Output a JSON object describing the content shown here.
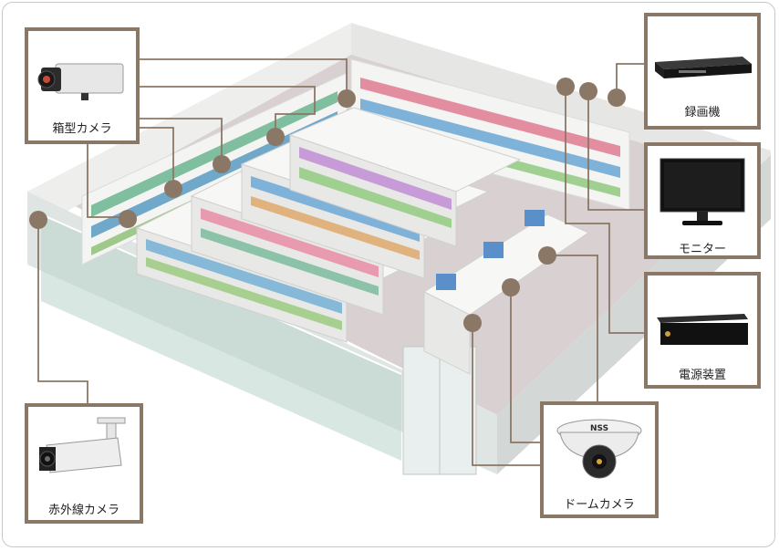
{
  "colors": {
    "connector": "#8b7766",
    "box_border": "#8b7766",
    "floor": "#d8cfcf",
    "shelf": "#f4f4f2"
  },
  "devices": {
    "box_camera": {
      "label": "箱型カメラ",
      "icon": "box-camera-icon"
    },
    "recorder": {
      "label": "録画機",
      "icon": "recorder-icon"
    },
    "monitor": {
      "label": "モニター",
      "icon": "monitor-icon"
    },
    "power_unit": {
      "label": "電源装置",
      "icon": "power-supply-icon"
    },
    "ir_camera": {
      "label": "赤外線カメラ",
      "icon": "bullet-camera-icon"
    },
    "dome_camera": {
      "label": "ドームカメラ",
      "icon": "dome-camera-icon",
      "brand": "NSS"
    }
  }
}
